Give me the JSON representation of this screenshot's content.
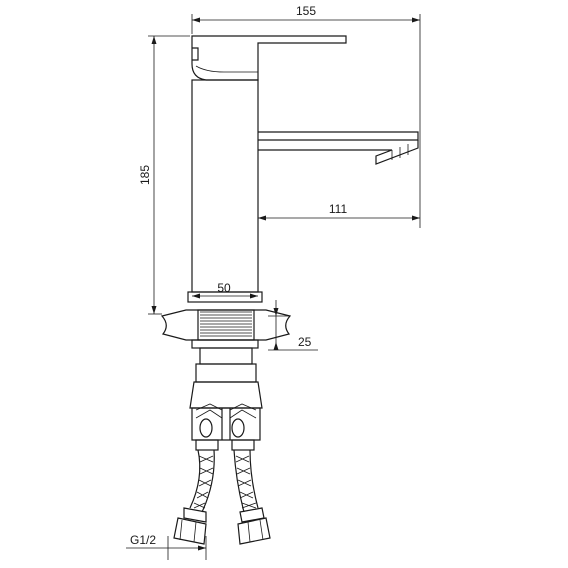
{
  "drawing": {
    "line_color": "#1a1a1a",
    "background": "#ffffff",
    "dimensions": {
      "overall_width": "155",
      "overall_height": "185",
      "spout_reach": "111",
      "body_width": "50",
      "shank_depth": "25",
      "hose_thread": "G1/2"
    }
  }
}
